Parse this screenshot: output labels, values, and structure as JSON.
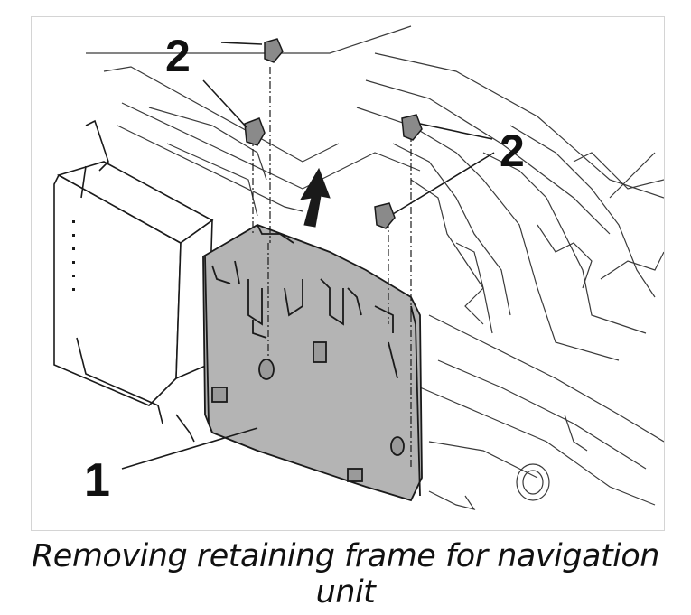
{
  "callouts": {
    "frame_number": "1",
    "clip_number_top": "2",
    "clip_number_right": "2"
  },
  "caption": "Removing retaining frame for navigation unit",
  "colors": {
    "frame_fill": "#b4b4b4",
    "line": "#1a1a1a",
    "background_line": "#3a3a3a"
  }
}
